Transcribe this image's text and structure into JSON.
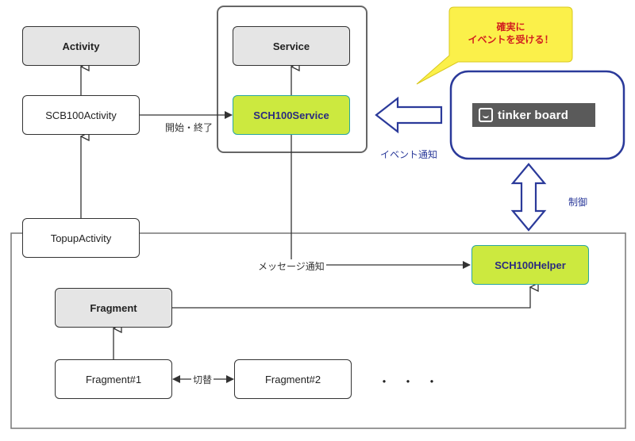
{
  "nodes": {
    "activity": "Activity",
    "scb100activity": "SCB100Activity",
    "topupactivity": "TopupActivity",
    "service": "Service",
    "sch100service": "SCH100Service",
    "sch100helper": "SCH100Helper",
    "fragment": "Fragment",
    "fragment1": "Fragment#1",
    "fragment2": "Fragment#2",
    "tinkerboard": "tinker board"
  },
  "edge_labels": {
    "start_end": "開始・終了",
    "message_notify": "メッセージ通知",
    "event_notify": "イベント通知",
    "control": "制御",
    "switch": "切替"
  },
  "callout": {
    "line1": "確実に",
    "line2": "イベントを受ける！"
  },
  "ellipsis": "・・・",
  "colors": {
    "green_fill": "#cce93f",
    "green_border": "#2aa6a0",
    "blue": "#2b3a9a",
    "callout_fill": "#fbf04a",
    "callout_text": "#d21f1f",
    "gray_fill": "#e5e5e5"
  }
}
